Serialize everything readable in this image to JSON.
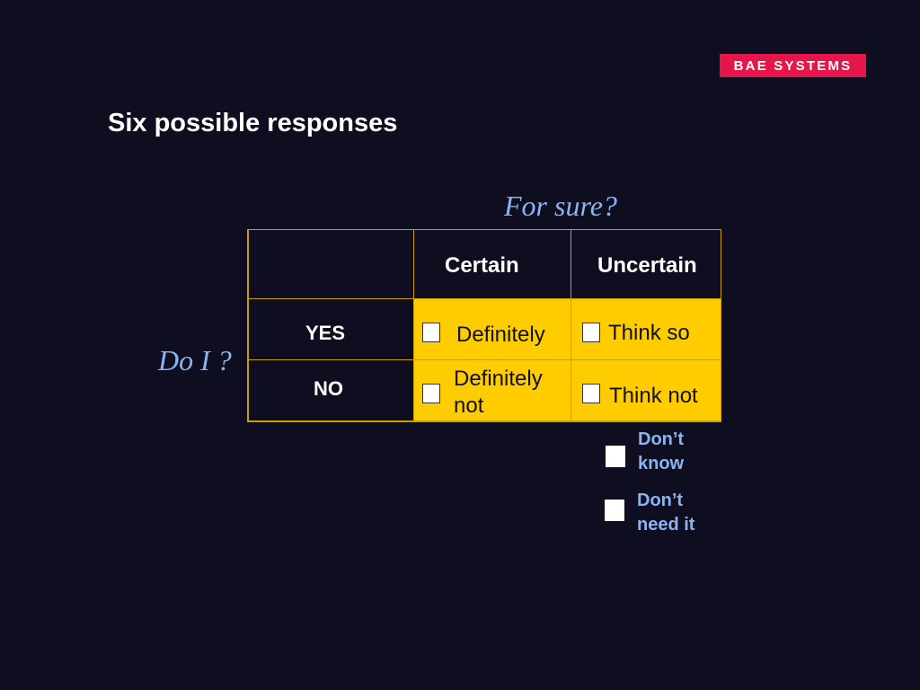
{
  "logo": {
    "text": "BAE SYSTEMS"
  },
  "slide": {
    "title": "Six possible responses"
  },
  "axes": {
    "column_question": "For sure?",
    "row_question": "Do I ?"
  },
  "table": {
    "columns": [
      "Certain",
      "Uncertain"
    ],
    "rows": [
      "YES",
      "NO"
    ],
    "cells": {
      "yes_certain": "Definitely",
      "yes_uncertain": "Think so",
      "no_certain_line1": "Definitely",
      "no_certain_line2": "not",
      "no_uncertain": "Think not"
    }
  },
  "extras": {
    "dont_know_line1": "Don’t",
    "dont_know_line2": "know",
    "dont_need_line1": "Don’t",
    "dont_need_line2": "need it"
  },
  "colors": {
    "background": "#0f0e21",
    "accent": "#ffcc00",
    "brand": "#e5174a",
    "label": "#8ab4f0"
  }
}
